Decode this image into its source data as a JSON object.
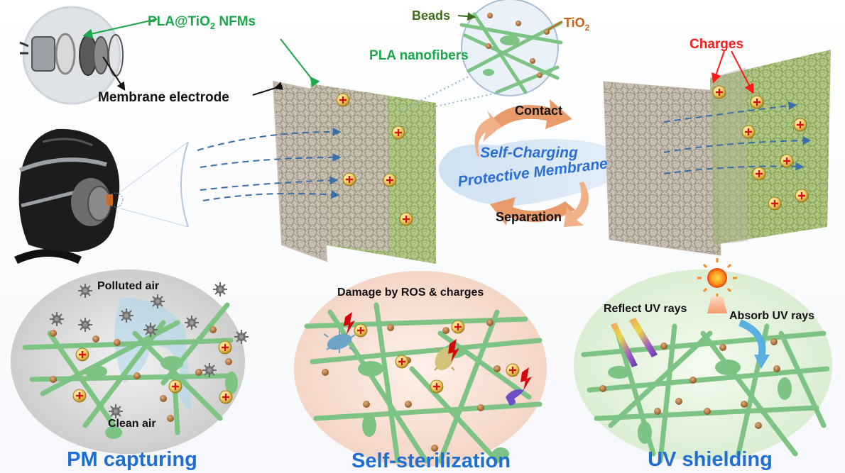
{
  "labels": {
    "pla_tio2_prefix": "PLA@TiO",
    "pla_tio2_sub": "2",
    "pla_tio2_suffix": " NFMs",
    "membrane_electrode": "Membrane electrode",
    "beads": "Beads",
    "tio2_prefix": "TiO",
    "tio2_sub": "2",
    "pla_nanofibers": "PLA nanofibers",
    "charges": "Charges",
    "contact": "Contact",
    "separation": "Separation",
    "center_line1": "Self-Charging",
    "center_line2": "Protective Membrane",
    "polluted_air": "Polluted air",
    "clean_air": "Clean air",
    "damage": "Damage by ROS & charges",
    "reflect_uv": "Reflect UV rays",
    "absorb_uv": "Absorb UV rays"
  },
  "titles": {
    "pm_capturing": "PM capturing",
    "self_sterilization": "Self-sterilization",
    "uv_shielding": "UV shielding"
  },
  "colors": {
    "title_blue": "#1f6fd1",
    "label_green": "#1aa84a",
    "beads_label": "#3d6b1c",
    "tio2_label": "#c8601c",
    "charges_red": "#ff1a1a",
    "fiber_green": "#7dc383",
    "bead_brown": "#b5783e",
    "center_text": "#2b6fd6",
    "arrow_orange": "#e89a6a"
  }
}
